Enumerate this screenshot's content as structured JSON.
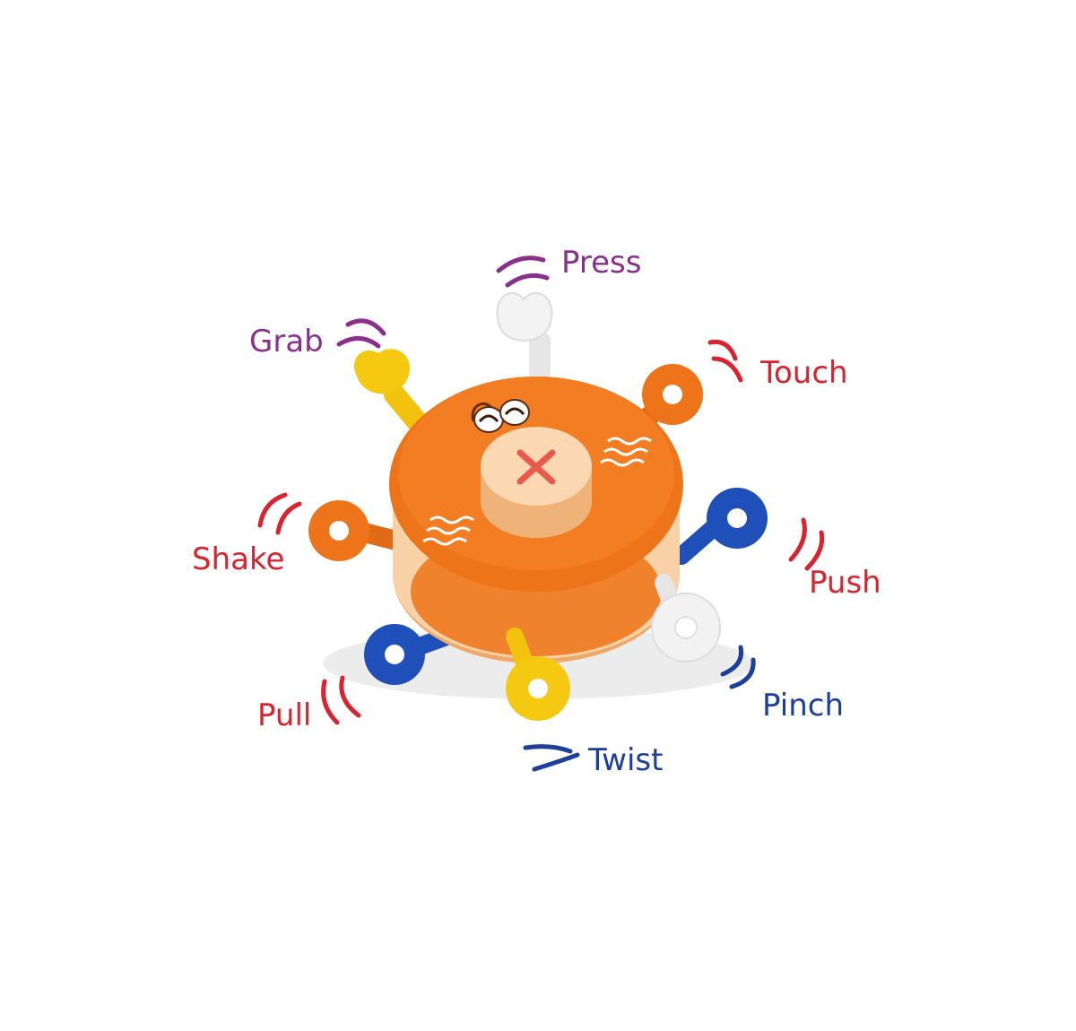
{
  "colors": {
    "background": "#ffffff",
    "purple": "#8b2f8e",
    "red": "#d9232f",
    "blue": "#1b3f9a",
    "toy_orange": "#ee7419",
    "toy_cream": "#f8d2a6",
    "arm_yellow": "#f5c911",
    "arm_blue": "#1f4fb8",
    "arm_white": "#f2f2f2"
  },
  "actions": [
    {
      "id": "press",
      "label": "Press",
      "color": "#8b2f8e"
    },
    {
      "id": "grab",
      "label": "Grab",
      "color": "#8b2f8e"
    },
    {
      "id": "touch",
      "label": "Touch",
      "color": "#d9232f"
    },
    {
      "id": "shake",
      "label": "Shake",
      "color": "#d9232f"
    },
    {
      "id": "push",
      "label": "Push",
      "color": "#d9232f"
    },
    {
      "id": "pinch",
      "label": "Pinch",
      "color": "#1b3f9a"
    },
    {
      "id": "pull",
      "label": "Pull",
      "color": "#d9232f"
    },
    {
      "id": "twist",
      "label": "Twist",
      "color": "#1b3f9a"
    }
  ],
  "toy": {
    "body_color": "#ee7419",
    "button_icon": "cross-icon"
  }
}
